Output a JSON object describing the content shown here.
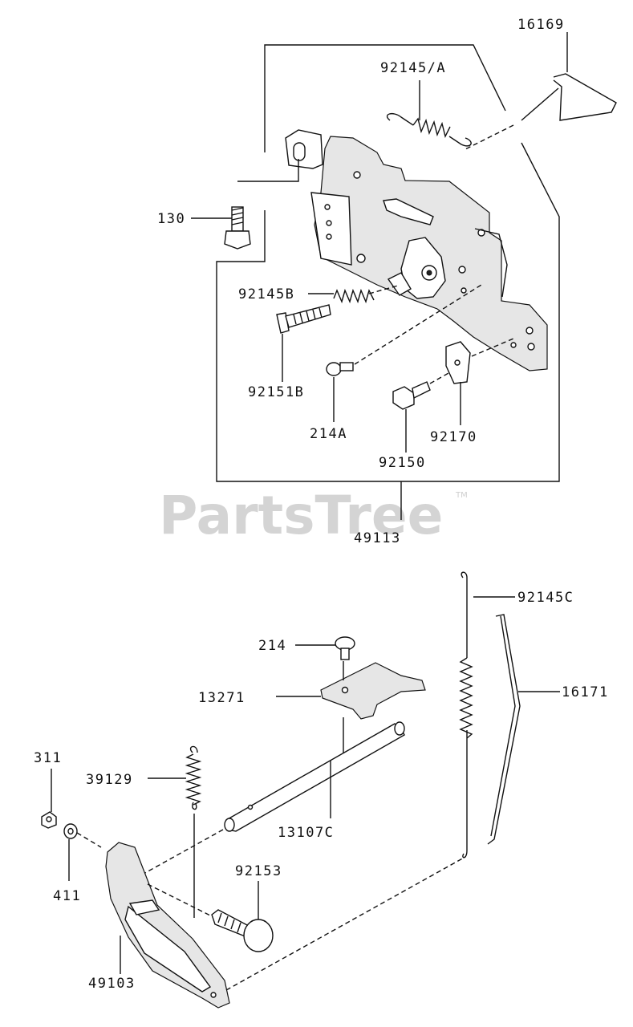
{
  "watermark": {
    "text": "PartsTree",
    "trademark": "TM"
  },
  "labels": {
    "p16169": "16169",
    "p92145A": "92145/A",
    "p130": "130",
    "p92145B": "92145B",
    "p92151B": "92151B",
    "p214A": "214A",
    "p92170": "92170",
    "p92150": "92150",
    "p49113": "49113",
    "p92145C": "92145C",
    "p214": "214",
    "p16171": "16171",
    "p13271": "13271",
    "p311": "311",
    "p39129": "39129",
    "p13107C": "13107C",
    "p411": "411",
    "p92153": "92153",
    "p49103": "49103"
  }
}
